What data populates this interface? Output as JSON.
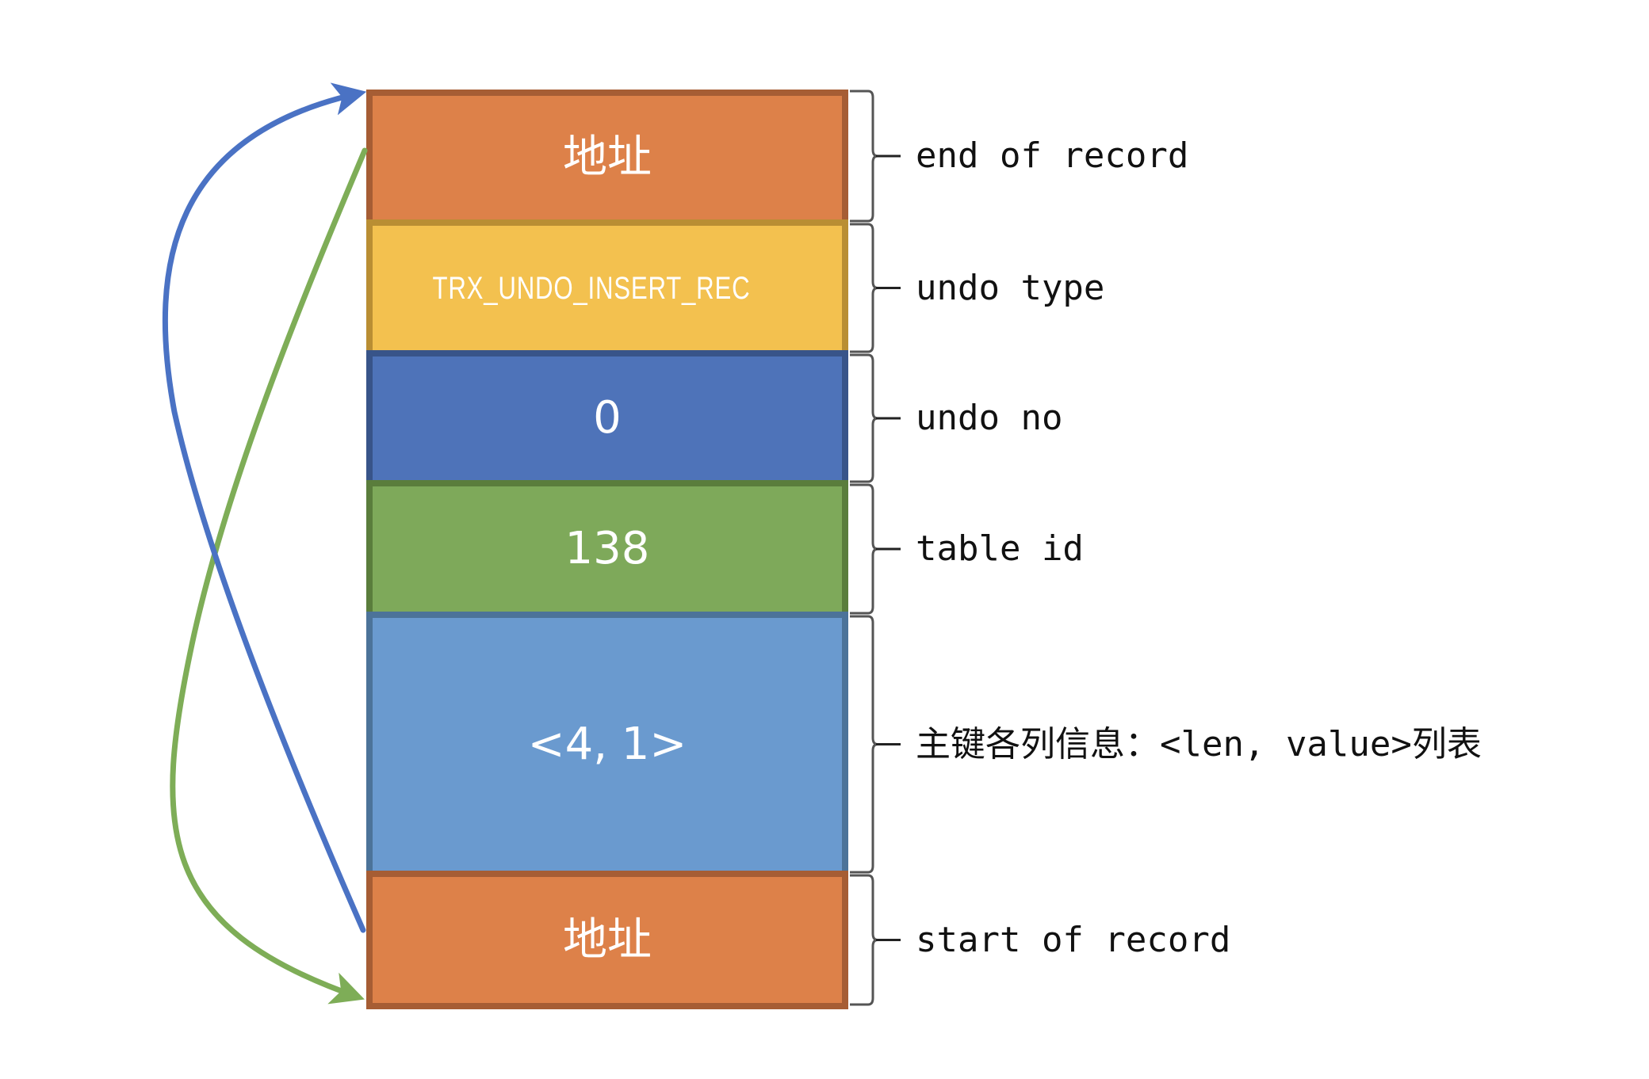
{
  "diagram": {
    "title": "",
    "segments": [
      {
        "id": "end-address",
        "value": "地址",
        "label": "end of record",
        "fill": "#DD8149",
        "border": "#A65D34",
        "cond": false
      },
      {
        "id": "undo-type",
        "value": "TRX_UNDO_INSERT_REC",
        "label": "undo type",
        "fill": "#F3C14F",
        "border": "#B98E33",
        "cond": true
      },
      {
        "id": "undo-no",
        "value": "0",
        "label": "undo no",
        "fill": "#4E73B9",
        "border": "#385489",
        "cond": false
      },
      {
        "id": "table-id",
        "value": "138",
        "label": "table id",
        "fill": "#7EA95A",
        "border": "#5A7D3C",
        "cond": false
      },
      {
        "id": "primary-key-columns",
        "value": "<4, 1>",
        "label": "主键各列信息：<len, value>列表",
        "fill": "#6A9ACF",
        "border": "#4C7399",
        "cond": false
      },
      {
        "id": "start-address",
        "value": "地址",
        "label": "start of record",
        "fill": "#DD8149",
        "border": "#A65D34",
        "cond": false
      }
    ],
    "arrows": [
      {
        "name": "start-to-end-pointer",
        "from": "start-address",
        "to": "end-address",
        "color": "#4A72C4"
      },
      {
        "name": "end-to-start-pointer",
        "from": "end-address",
        "to": "start-address",
        "color": "#7EAD57"
      }
    ],
    "bracket_color": "#555555"
  }
}
